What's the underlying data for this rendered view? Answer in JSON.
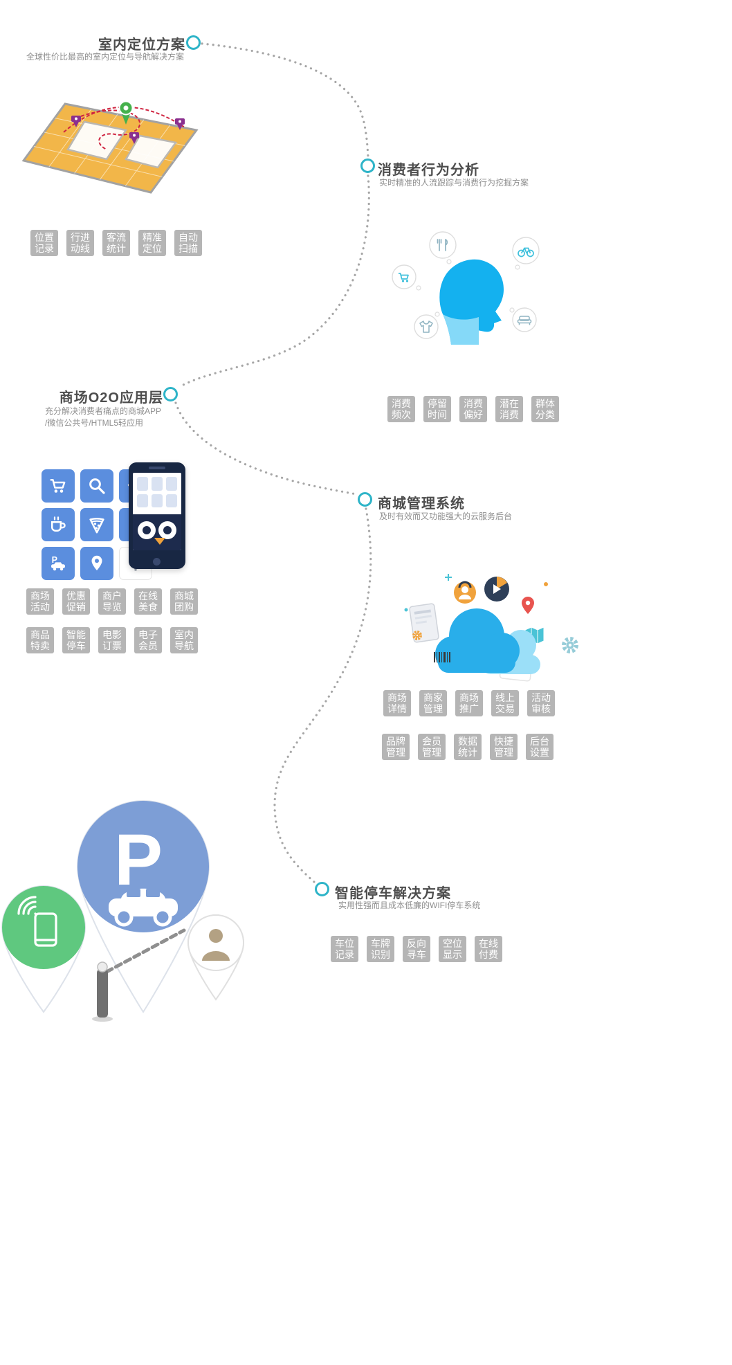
{
  "theme": {
    "node_border": "#2eb4c8",
    "path_color": "#a6a6a6",
    "tag_bg": "#b5b5b5",
    "tile_blue": "#5b8ede",
    "head_blue": "#14b1ef",
    "cloud_blue": "#29b0ea",
    "parking_blue": "#7d9ed6",
    "parking_green": "#5fc87f"
  },
  "sections": [
    {
      "title": "室内定位方案",
      "subtitle": "全球性价比最高的室内定位与导航解决方案",
      "tags": [
        "位置记录",
        "行进动线",
        "客流统计",
        "精准定位",
        "自动扫描"
      ]
    },
    {
      "title": "消费者行为分析",
      "subtitle": "实时精准的人流跟踪与消费行为挖掘方案",
      "tags": [
        "消费频次",
        "停留时间",
        "消费偏好",
        "潜在消费",
        "群体分类"
      ]
    },
    {
      "title": "商场O2O应用层",
      "subtitle": "充分解决消费者痛点的商城APP\n/微信公共号/HTML5轻应用",
      "tags": [
        "商场活动",
        "优惠促销",
        "商户导览",
        "在线美食",
        "商城团购"
      ],
      "tags2": [
        "商品特卖",
        "智能停车",
        "电影订票",
        "电子会员",
        "室内导航"
      ]
    },
    {
      "title": "商城管理系统",
      "subtitle": "及时有效而又功能强大的云服务后台",
      "tags": [
        "商场详情",
        "商家管理",
        "商场推广",
        "线上交易",
        "活动审核"
      ],
      "tags2": [
        "品牌管理",
        "会员管理",
        "数据统计",
        "快捷管理",
        "后台设置"
      ]
    },
    {
      "title": "智能停车解决方案",
      "subtitle": "实用性强而且成本低廉的WIFI停车系统",
      "tags": [
        "车位记录",
        "车牌识别",
        "反向寻车",
        "空位显示",
        "在线付费"
      ]
    }
  ],
  "illustrations": {
    "parking_letter": "P",
    "app_parking_letter": "P"
  }
}
